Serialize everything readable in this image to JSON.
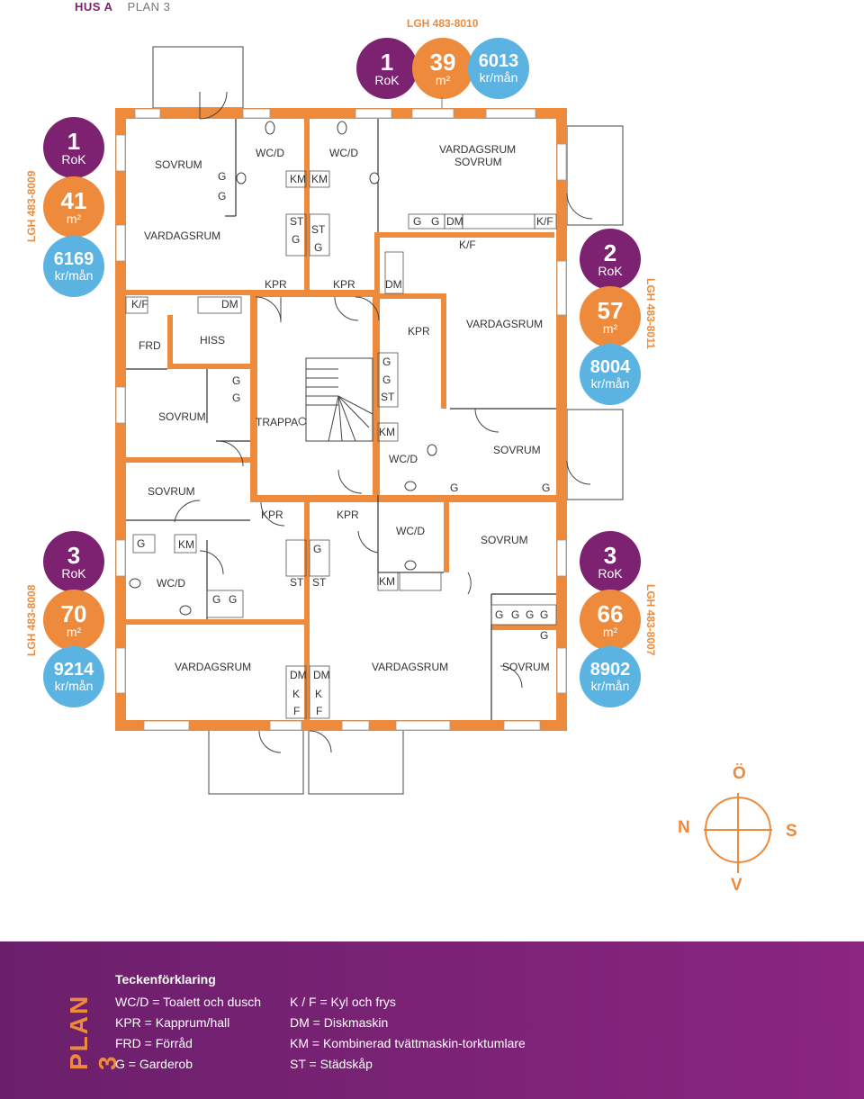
{
  "header": {
    "house": "HUS A",
    "plan": "PLAN 3"
  },
  "apartments": {
    "top": {
      "id": "LGH 483-8010",
      "rooms": "1",
      "rooms_unit": "RoK",
      "area": "39",
      "area_unit": "m²",
      "rent": "6013",
      "rent_unit": "kr/mån"
    },
    "nw": {
      "id": "LGH 483-8009",
      "rooms": "1",
      "rooms_unit": "RoK",
      "area": "41",
      "area_unit": "m²",
      "rent": "6169",
      "rent_unit": "kr/mån"
    },
    "ne": {
      "id": "LGH 483-8011",
      "rooms": "2",
      "rooms_unit": "RoK",
      "area": "57",
      "area_unit": "m²",
      "rent": "8004",
      "rent_unit": "kr/mån"
    },
    "sw": {
      "id": "LGH 483-8008",
      "rooms": "3",
      "rooms_unit": "RoK",
      "area": "70",
      "area_unit": "m²",
      "rent": "9214",
      "rent_unit": "kr/mån"
    },
    "se": {
      "id": "LGH 483-8007",
      "rooms": "3",
      "rooms_unit": "RoK",
      "area": "66",
      "area_unit": "m²",
      "rent": "8902",
      "rent_unit": "kr/mån"
    }
  },
  "rooms": {
    "sovrum": "SOVRUM",
    "vardagsrum": "VARDAGSRUM",
    "wcd": "WC/D",
    "kpr": "KPR",
    "hiss": "HISS",
    "frd": "FRD",
    "trappa": "TRAPPA",
    "vardag_sovrum_1": "VARDAGSRUM",
    "vardag_sovrum_2": "SOVRUM",
    "g": "G",
    "km": "KM",
    "st": "ST",
    "dm": "DM",
    "kf": "K/F",
    "k": "K",
    "f": "F"
  },
  "compass": {
    "n": "N",
    "s": "S",
    "o": "Ö",
    "v": "V"
  },
  "footer": {
    "plan": "PLAN 3",
    "legend_title": "Teckenförklaring",
    "left": [
      "WC/D = Toalett och dusch",
      "KPR = Kapprum/hall",
      "FRD = Förråd",
      "G = Garderob"
    ],
    "right": [
      "K / F = Kyl och frys",
      "DM = Diskmaskin",
      "KM = Kombinerad tvättmaskin-torktumlare",
      "ST = Städskåp"
    ]
  },
  "colors": {
    "purple": "#7d2270",
    "orange": "#ee8a3b",
    "blue": "#5bb3e2"
  }
}
